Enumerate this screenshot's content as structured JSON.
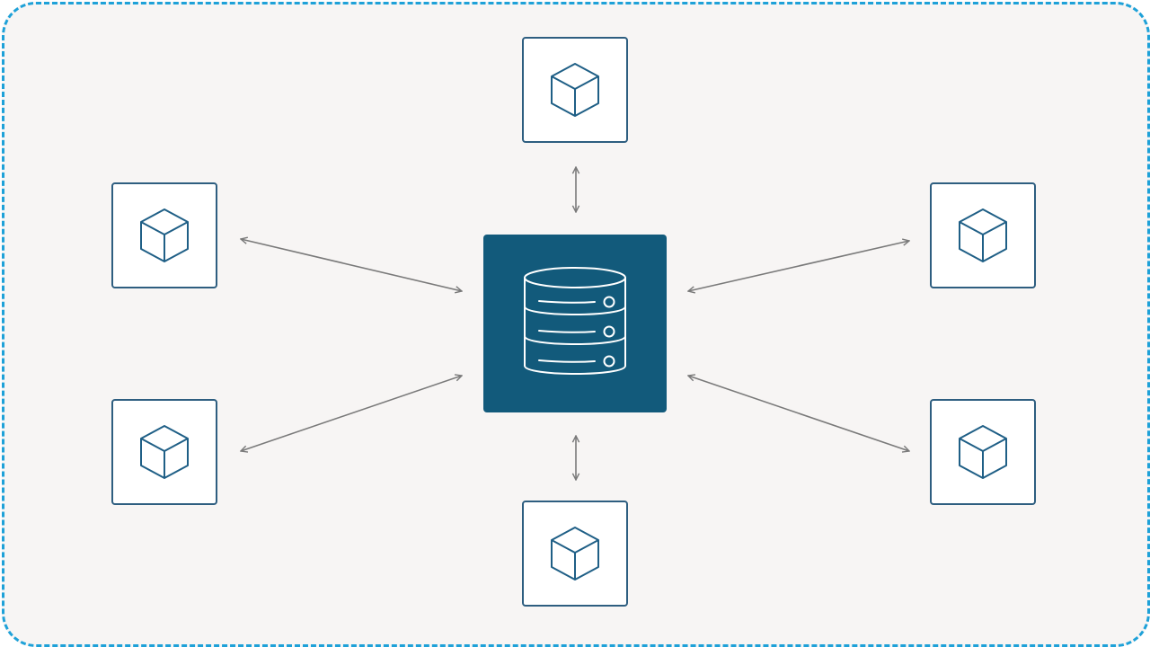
{
  "diagram": {
    "hub_icon": "database-server-icon",
    "node_icon": "cube-icon",
    "colors": {
      "frame_border": "#1ea1d8",
      "frame_background": "#f7f5f4",
      "hub_fill": "#125a7b",
      "node_border": "#2e5e80",
      "node_icon_stroke": "#1f5f86",
      "connector": "#7a7a7a"
    },
    "nodes": [
      {
        "id": "top",
        "icon": "cube-icon"
      },
      {
        "id": "left-upper",
        "icon": "cube-icon"
      },
      {
        "id": "right-upper",
        "icon": "cube-icon"
      },
      {
        "id": "left-lower",
        "icon": "cube-icon"
      },
      {
        "id": "right-lower",
        "icon": "cube-icon"
      },
      {
        "id": "bottom",
        "icon": "cube-icon"
      }
    ],
    "connections": [
      {
        "from": "hub",
        "to": "top",
        "style": "bidirectional"
      },
      {
        "from": "hub",
        "to": "left-upper",
        "style": "bidirectional"
      },
      {
        "from": "hub",
        "to": "right-upper",
        "style": "bidirectional"
      },
      {
        "from": "hub",
        "to": "left-lower",
        "style": "bidirectional"
      },
      {
        "from": "hub",
        "to": "right-lower",
        "style": "bidirectional"
      },
      {
        "from": "hub",
        "to": "bottom",
        "style": "bidirectional"
      }
    ]
  }
}
